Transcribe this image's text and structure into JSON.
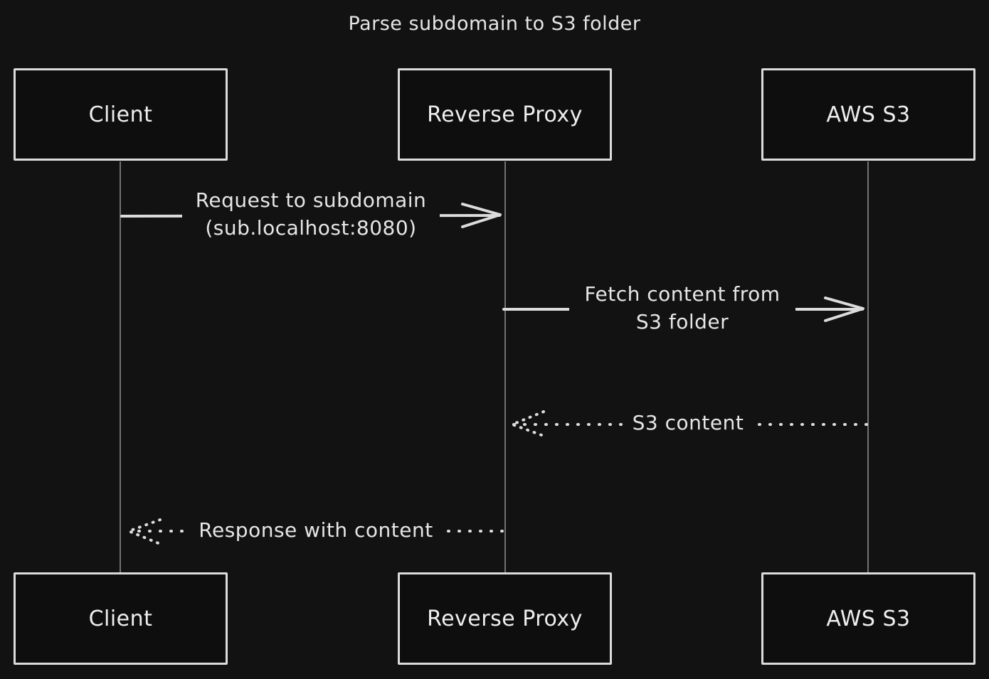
{
  "title": "Parse subdomain to S3 folder",
  "participants": [
    {
      "id": "client",
      "label": "Client"
    },
    {
      "id": "proxy",
      "label": "Reverse Proxy"
    },
    {
      "id": "s3",
      "label": "AWS S3"
    }
  ],
  "messages": [
    {
      "from": "client",
      "to": "proxy",
      "style": "solid",
      "lines": [
        "Request to subdomain",
        "(sub.localhost:8080)"
      ]
    },
    {
      "from": "proxy",
      "to": "s3",
      "style": "solid",
      "lines": [
        "Fetch content from",
        "S3 folder"
      ]
    },
    {
      "from": "s3",
      "to": "proxy",
      "style": "dotted",
      "lines": [
        "S3 content"
      ]
    },
    {
      "from": "proxy",
      "to": "client",
      "style": "dotted",
      "lines": [
        "Response with content"
      ]
    }
  ],
  "colors": {
    "background": "#121212",
    "stroke": "#dcdcdc",
    "lifeline": "#8a8a8a",
    "text": "#e6e6e6"
  }
}
